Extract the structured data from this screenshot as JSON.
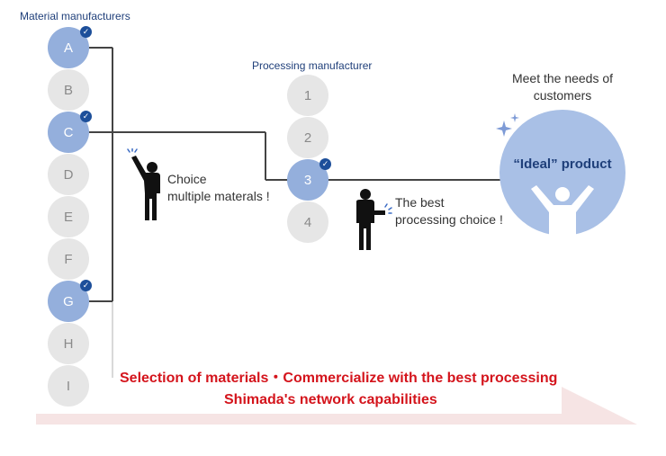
{
  "material_title": "Material manufacturers",
  "materials": [
    {
      "label": "A",
      "selected": true
    },
    {
      "label": "B",
      "selected": false
    },
    {
      "label": "C",
      "selected": true
    },
    {
      "label": "D",
      "selected": false
    },
    {
      "label": "E",
      "selected": false
    },
    {
      "label": "F",
      "selected": false
    },
    {
      "label": "G",
      "selected": true
    },
    {
      "label": "H",
      "selected": false
    },
    {
      "label": "I",
      "selected": false
    }
  ],
  "processing_title": "Processing manufacturer",
  "processors": [
    {
      "label": "1",
      "selected": false
    },
    {
      "label": "2",
      "selected": false
    },
    {
      "label": "3",
      "selected": true
    },
    {
      "label": "4",
      "selected": false
    }
  ],
  "choice_note": {
    "line1": "Choice",
    "line2": "multiple materals !"
  },
  "processing_note": {
    "line1": "The best",
    "line2": "processing choice !"
  },
  "customer_needs": {
    "line1": "Meet the needs of",
    "line2": "customers"
  },
  "ideal_product": "“Ideal” product",
  "banner": {
    "line1": "Selection of materials・Commercialize with the best processing",
    "line2": "Shimada's network capabilities"
  },
  "colors": {
    "selected_circle": "#94afdc",
    "unselected_circle": "#e6e6e6",
    "check_badge": "#1d4f9a",
    "banner_text": "#d4141c",
    "banner_arrow": "#f6e4e4",
    "ideal_circle": "#a9c0e6"
  }
}
